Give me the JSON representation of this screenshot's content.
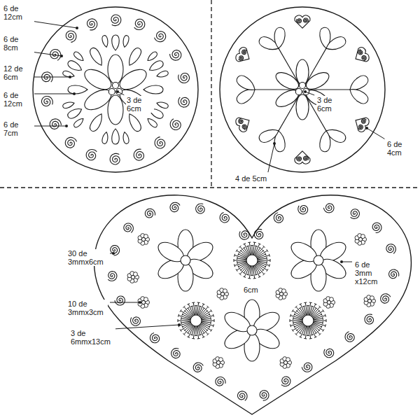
{
  "diagram": {
    "labels": [
      "6 de 12cm",
      "6 de 8cm",
      "12 de 6cm",
      "6 de 12cm",
      "6 de 7cm",
      "3 de 6cm",
      "3 de 6cm",
      "6 de 4cm",
      "4 de 5cm",
      "30 de 3mmx6cm",
      "6 de 3mm x12cm",
      "10 de 3mmx3cm",
      "6cm",
      "3 de 6mmx13cm"
    ]
  }
}
